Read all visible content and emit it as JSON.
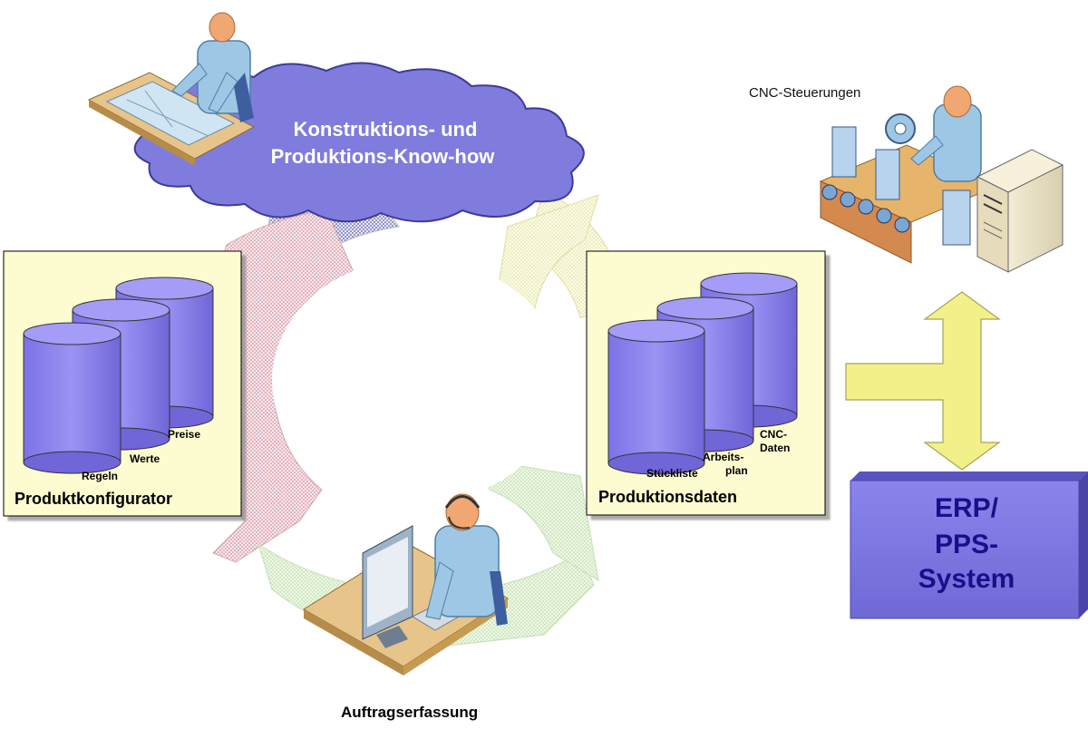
{
  "cloud": {
    "line1": "Konstruktions- und",
    "line2": "Produktions-Know-how"
  },
  "cnc": {
    "label": "CNC-Steuerungen"
  },
  "konfigurator": {
    "title": "Produktkonfigurator",
    "databases": [
      "Preise",
      "Werte",
      "Regeln"
    ]
  },
  "produktionsdaten": {
    "title": "Produktionsdaten",
    "databases": {
      "stueckliste": "Stückliste",
      "arbeitsplan_1": "Arbeits-",
      "arbeitsplan_2": "plan",
      "cnc_1": "CNC-",
      "cnc_2": "Daten"
    }
  },
  "auftrag": {
    "label": "Auftragserfassung"
  },
  "erp": {
    "line1": "ERP/",
    "line2": "PPS-",
    "line3": "System"
  },
  "colors": {
    "database": "#8c82f0",
    "panel": "#fdfcd0",
    "cloud": "#7f7cdd",
    "erp_box": "#7c76e0",
    "arrow_yellow": "#f2f088"
  },
  "icons": [
    "designer-person-icon",
    "cnc-machine-icon",
    "server-icon",
    "operator-headset-icon"
  ]
}
